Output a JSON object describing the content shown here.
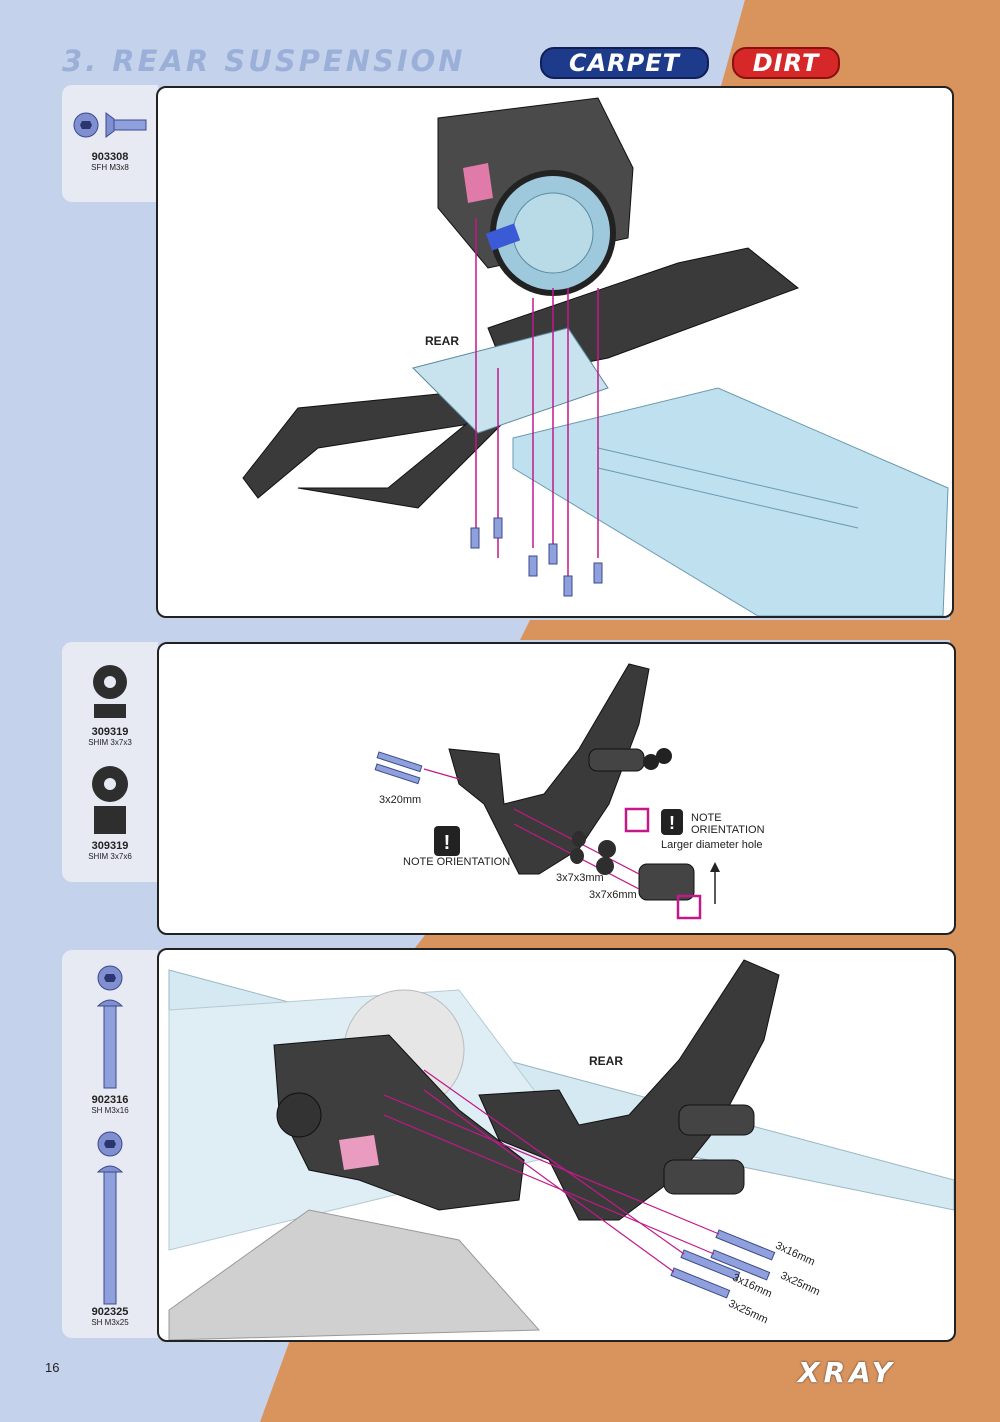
{
  "header": {
    "title": "3. REAR SUSPENSION",
    "tag_carpet": "CARPET",
    "tag_dirt": "DIRT"
  },
  "parts": {
    "p1": {
      "code": "903308",
      "desc": "SFH M3x8"
    },
    "p2": {
      "code": "309319",
      "desc": "SHIM 3x7x3"
    },
    "p3": {
      "code": "309319",
      "desc": "SHIM 3x7x6"
    },
    "p4": {
      "code": "902316",
      "desc": "SH M3x16"
    },
    "p5": {
      "code": "902325",
      "desc": "SH M3x25"
    }
  },
  "step1": {
    "rear_label": "REAR"
  },
  "step2": {
    "screw_len": "3x20mm",
    "note_left": "NOTE ORIENTATION",
    "note_right_1": "NOTE",
    "note_right_2": "ORIENTATION",
    "note_right_3": "Larger diameter hole",
    "shim_a": "3x7x3mm",
    "shim_b": "3x7x6mm"
  },
  "step3": {
    "rear_label": "REAR",
    "l1": "3x16mm",
    "l2": "3x25mm",
    "l3": "3x16mm",
    "l4": "3x25mm"
  },
  "footer": {
    "page": "16",
    "brand": "XRAY"
  },
  "colors": {
    "bg_blue": "#c5d2ec",
    "bg_orange": "#d9935d",
    "panel_border": "#222222",
    "accent_magenta": "#c2188a",
    "carpet": "#1e3a8a",
    "dirt": "#d62828"
  }
}
